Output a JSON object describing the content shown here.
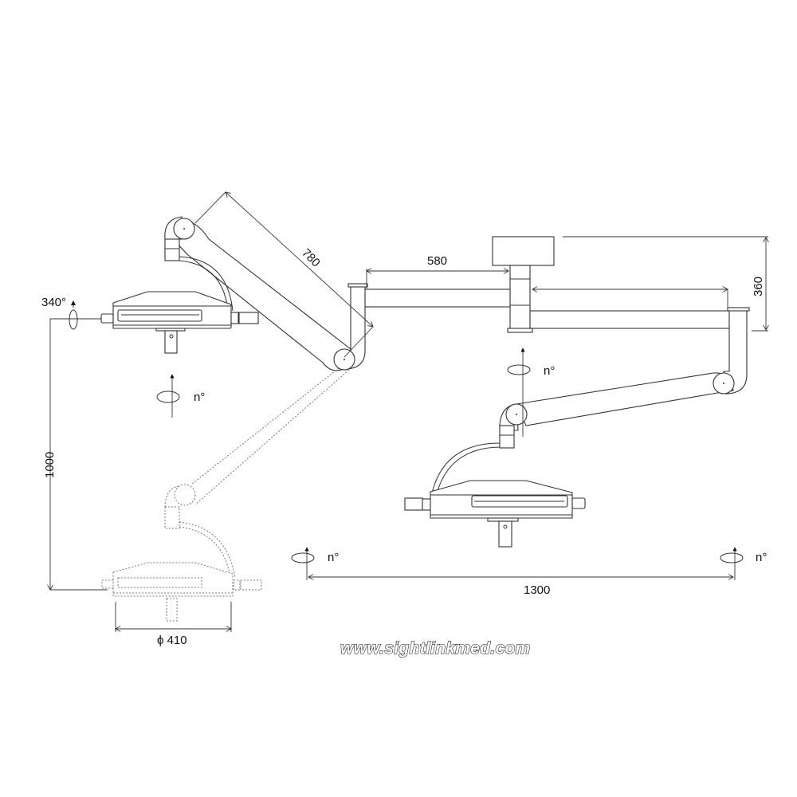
{
  "dimensions": {
    "arm_length_upper": "780",
    "extension_arm": "580",
    "ceiling_drop": "360",
    "height_range": "1000",
    "lamp_diameter": "ϕ 410",
    "total_span": "1300"
  },
  "rotation_labels": {
    "lamp_head": "340°",
    "left_axis": "n°",
    "right_axis": "n°",
    "bottom_left": "n°",
    "bottom_right": "n°"
  },
  "website": "www.sightlinkmed.com"
}
